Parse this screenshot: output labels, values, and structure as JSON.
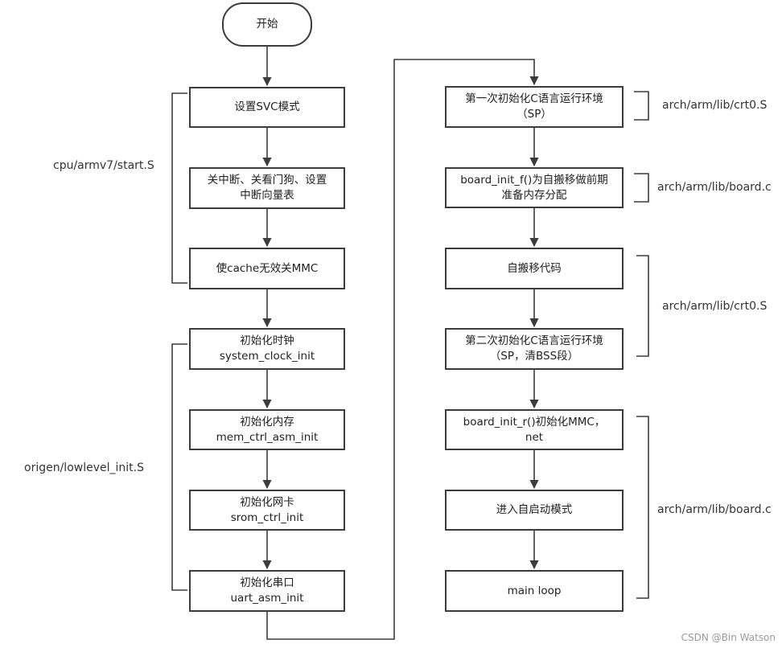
{
  "nodes": {
    "start": {
      "line1": "开始"
    },
    "svc": {
      "line1": "设置SVC模式"
    },
    "irq": {
      "line1": "关中断、关看门狗、设置",
      "line2": "中断向量表"
    },
    "cache": {
      "line1": "使cache无效关MMC"
    },
    "clock": {
      "line1": "初始化时钟",
      "line2": "system_clock_init"
    },
    "mem": {
      "line1": "初始化内存",
      "line2": "mem_ctrl_asm_init"
    },
    "net": {
      "line1": "初始化网卡",
      "line2": "srom_ctrl_init"
    },
    "uart": {
      "line1": "初始化串口",
      "line2": "uart_asm_init"
    },
    "c_env1": {
      "line1": "第一次初始化C语言运行环境",
      "line2": "（SP）"
    },
    "board_f": {
      "line1": "board_init_f()为自搬移做前期",
      "line2": "准备内存分配"
    },
    "relocate": {
      "line1": "自搬移代码"
    },
    "c_env2": {
      "line1": "第二次初始化C语言运行环境",
      "line2": "（SP，清BSS段）"
    },
    "board_r": {
      "line1": "board_init_r()初始化MMC，",
      "line2": "net"
    },
    "autoboot": {
      "line1": "进入自启动模式"
    },
    "mainloop": {
      "line1": "main loop"
    }
  },
  "labels": {
    "start_s": "cpu/armv7/start.S",
    "lowlevel": "origen/lowlevel_init.S",
    "crt0_a": "arch/arm/lib/crt0.S",
    "board_a": "arch/arm/lib/board.c",
    "crt0_b": "arch/arm/lib/crt0.S",
    "board_b": "arch/arm/lib/board.c"
  },
  "watermark": "CSDN @Bin Watson",
  "colors": {
    "line": "#3c3c3c",
    "border": "#3c3c3c"
  }
}
